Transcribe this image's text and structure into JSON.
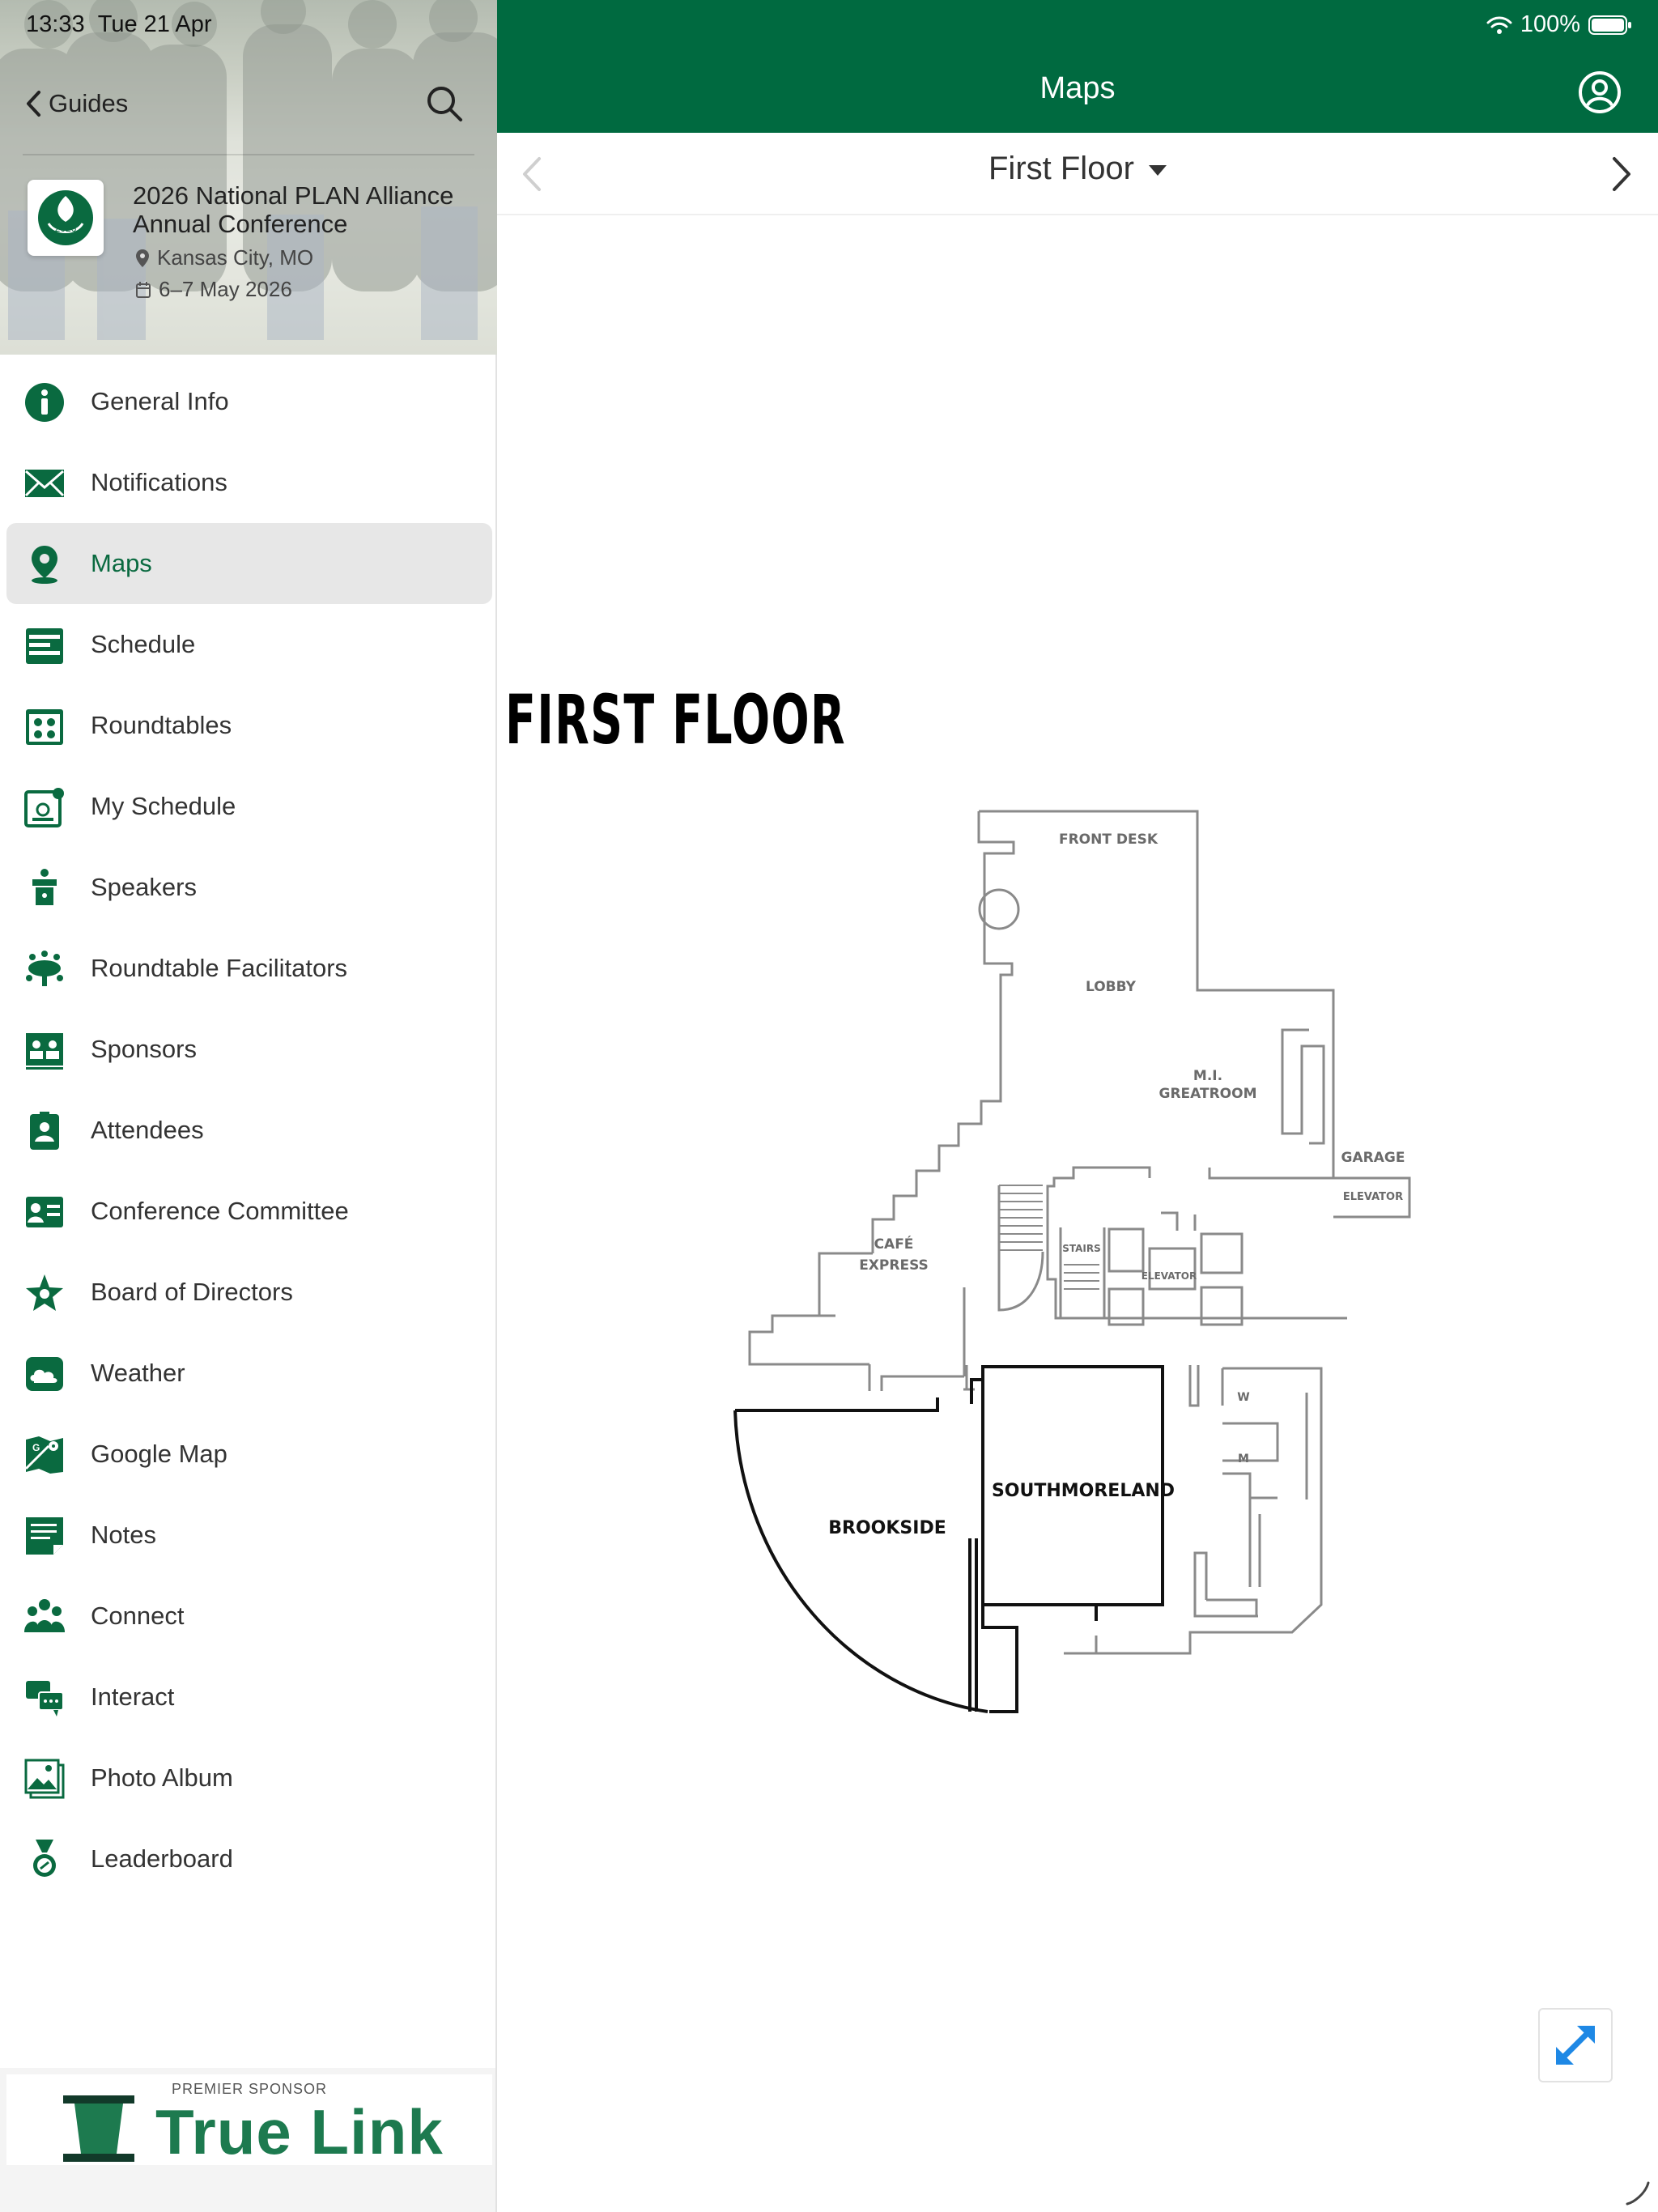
{
  "status_bar": {
    "time": "13:33",
    "date": "Tue 21 Apr",
    "battery": "100%"
  },
  "header": {
    "back_label": "Guides",
    "title": "Maps"
  },
  "event": {
    "title": "2026 National PLAN Alliance Annual Conference",
    "location": "Kansas City, MO",
    "dates": "6–7 May 2026",
    "logo_year": "2026"
  },
  "menu": {
    "items": [
      {
        "label": "General Info",
        "icon": "info-icon"
      },
      {
        "label": "Notifications",
        "icon": "envelope-icon"
      },
      {
        "label": "Maps",
        "icon": "map-pin-icon",
        "active": true
      },
      {
        "label": "Schedule",
        "icon": "schedule-icon"
      },
      {
        "label": "Roundtables",
        "icon": "roundtables-icon"
      },
      {
        "label": "My Schedule",
        "icon": "my-schedule-icon"
      },
      {
        "label": "Speakers",
        "icon": "podium-icon"
      },
      {
        "label": "Roundtable Facilitators",
        "icon": "facilitators-icon"
      },
      {
        "label": "Sponsors",
        "icon": "sponsors-icon"
      },
      {
        "label": "Attendees",
        "icon": "badge-icon"
      },
      {
        "label": "Conference Committee",
        "icon": "committee-icon"
      },
      {
        "label": "Board of Directors",
        "icon": "star-icon"
      },
      {
        "label": "Weather",
        "icon": "weather-icon"
      },
      {
        "label": "Google Map",
        "icon": "google-map-icon"
      },
      {
        "label": "Notes",
        "icon": "notes-icon"
      },
      {
        "label": "Connect",
        "icon": "people-icon"
      },
      {
        "label": "Interact",
        "icon": "chat-icon"
      },
      {
        "label": "Photo Album",
        "icon": "photo-icon"
      },
      {
        "label": "Leaderboard",
        "icon": "medal-icon"
      }
    ]
  },
  "sponsor": {
    "label": "PREMIER SPONSOR",
    "name": "True Link"
  },
  "floor": {
    "selected": "First Floor",
    "heading": "FIRST FLOOR",
    "rooms": {
      "front_desk": "FRONT DESK",
      "lobby": "LOBBY",
      "great_room_1": "M.I.",
      "great_room_2": "GREATROOM",
      "garage_1": "GARAGE",
      "garage_2": "ELEVATOR",
      "cafe_1": "CAFÉ",
      "cafe_2": "EXPRESS",
      "stairs": "STAIRS",
      "elevator": "ELEVATOR",
      "brookside": "BROOKSIDE",
      "southmoreland": "SOUTHMORELAND",
      "women": "W",
      "men": "M"
    }
  },
  "colors": {
    "brand_green": "#006a40",
    "icon_green": "#0a6a40",
    "expand_blue": "#1e88e5"
  }
}
